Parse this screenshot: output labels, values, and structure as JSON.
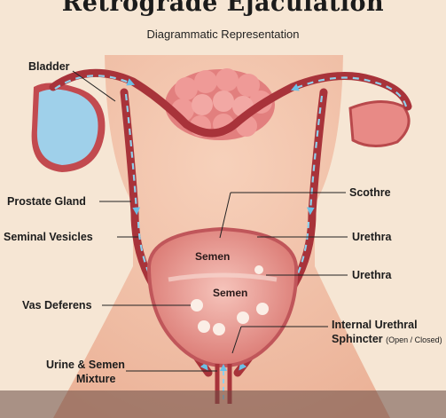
{
  "title": "Retrograde Ejaculation",
  "subtitle": "Diagrammatic Representation",
  "labels": {
    "bladder": "Bladder",
    "prostate_gland": "Prostate Gland",
    "seminal_vesicles": "Seminal Vesicles",
    "vas_deferens": "Vas Deferens",
    "urine_semen_line1": "Urine & Semen",
    "urine_semen_line2": "Mixture",
    "scothre": "Scothre",
    "urethra_1": "Urethra",
    "urethra_2": "Urethra",
    "internal_line1": "Internal Urethral",
    "internal_line2": "Sphincter",
    "internal_note": "(Open / Closed)",
    "semen_1": "Semen",
    "semen_2": "Semen"
  },
  "colors": {
    "background": "#f6e6d4",
    "body": "#f0b99f",
    "tube": "#a8333a",
    "flow_arrow": "#8fd0ec",
    "bladder_fill": "#e89a94",
    "gland": "#e98887",
    "testis": "#9fd0ea"
  }
}
